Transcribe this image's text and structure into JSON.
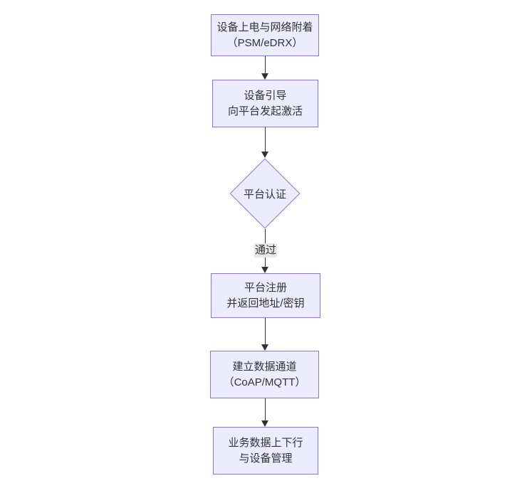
{
  "diagram": {
    "type": "flowchart",
    "direction": "top-down",
    "colors": {
      "background": "#ffffff",
      "node_fill": "#ECECFF",
      "node_border": "#9370DB",
      "text": "#333333",
      "edge": "#333333",
      "edge_label_bg": "#e8e8e8"
    },
    "nodes": [
      {
        "id": "power-on-attach",
        "shape": "rect",
        "lines": [
          "设备上电与网络附着",
          "（PSM/eDRX）"
        ]
      },
      {
        "id": "device-bootstrap",
        "shape": "rect",
        "lines": [
          "设备引导",
          "向平台发起激活"
        ]
      },
      {
        "id": "platform-auth",
        "shape": "diamond",
        "lines": [
          "平台认证"
        ]
      },
      {
        "id": "platform-register",
        "shape": "rect",
        "lines": [
          "平台注册",
          "并返回地址/密钥"
        ]
      },
      {
        "id": "data-channel",
        "shape": "rect",
        "lines": [
          "建立数据通道",
          "（CoAP/MQTT）"
        ]
      },
      {
        "id": "business-data",
        "shape": "rect",
        "lines": [
          "业务数据上下行",
          "与设备管理"
        ]
      }
    ],
    "edges": [
      {
        "from": "power-on-attach",
        "to": "device-bootstrap",
        "label": ""
      },
      {
        "from": "device-bootstrap",
        "to": "platform-auth",
        "label": ""
      },
      {
        "from": "platform-auth",
        "to": "platform-register",
        "label": "通过"
      },
      {
        "from": "platform-register",
        "to": "data-channel",
        "label": ""
      },
      {
        "from": "data-channel",
        "to": "business-data",
        "label": ""
      }
    ]
  }
}
